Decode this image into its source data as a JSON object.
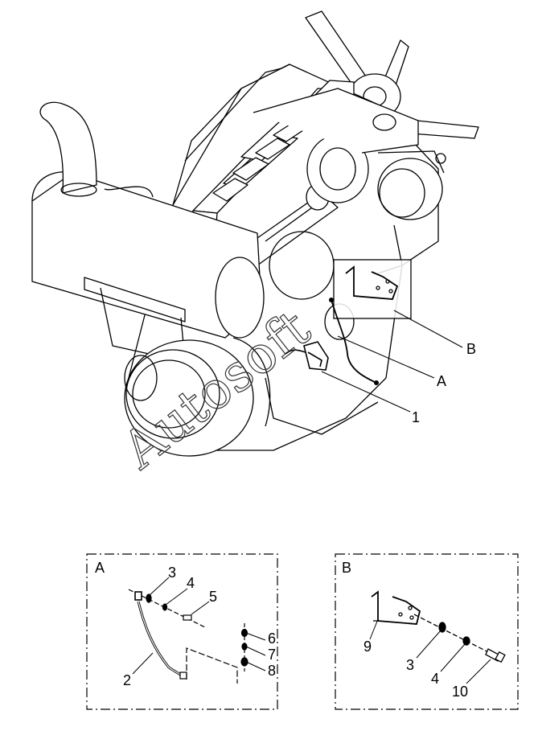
{
  "main_view": {
    "callouts": [
      {
        "id": "B",
        "text": "B"
      },
      {
        "id": "A",
        "text": "A"
      },
      {
        "id": "1",
        "text": "1"
      }
    ],
    "watermark": "Autosoft"
  },
  "detail_a": {
    "title": "A",
    "labels": [
      "3",
      "4",
      "5",
      "6",
      "7",
      "8",
      "2"
    ]
  },
  "detail_b": {
    "title": "B",
    "labels": [
      "9",
      "3",
      "4",
      "10"
    ]
  }
}
